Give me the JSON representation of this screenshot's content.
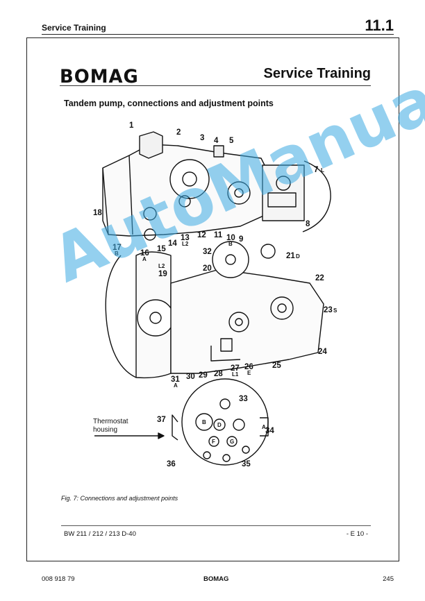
{
  "header": {
    "left": "Service Training",
    "right": "11.1"
  },
  "brand": {
    "logo": "BOMAG",
    "title": "Service Training"
  },
  "section": {
    "heading": "Tandem pump, connections and adjustment points"
  },
  "drawing": {
    "top_pump_labels": [
      "1",
      "2",
      "3",
      "4",
      "5",
      "7",
      "8",
      "9",
      "10",
      "11",
      "12",
      "13",
      "14",
      "15",
      "16",
      "17",
      "18"
    ],
    "top_pump_sub_labels": {
      "7": "L",
      "10": "B",
      "13": "L2",
      "16": "A",
      "17": "B"
    },
    "bottom_pump_labels": [
      "19",
      "20",
      "21",
      "22",
      "23",
      "24",
      "25",
      "26",
      "27",
      "28",
      "29",
      "30",
      "31",
      "32"
    ],
    "bottom_pump_sub_labels": {
      "19": "L2",
      "21": "D",
      "23": "S",
      "26": "E",
      "27": "L1",
      "31": "A"
    },
    "housing_labels": [
      "33",
      "34",
      "35",
      "36",
      "37"
    ],
    "housing_ports": [
      "B",
      "D",
      "F",
      "G",
      "A"
    ],
    "housing_callout": "Thermostat\nhousing"
  },
  "watermark": "AutoManual",
  "caption": "Fig. 7: Connections and adjustment points",
  "footer": {
    "left": "BW 211 / 212 / 213  D-40",
    "right": "- E 10 -"
  },
  "page_footer": {
    "left": "008 918 79",
    "center": "BOMAG",
    "right": "245"
  }
}
